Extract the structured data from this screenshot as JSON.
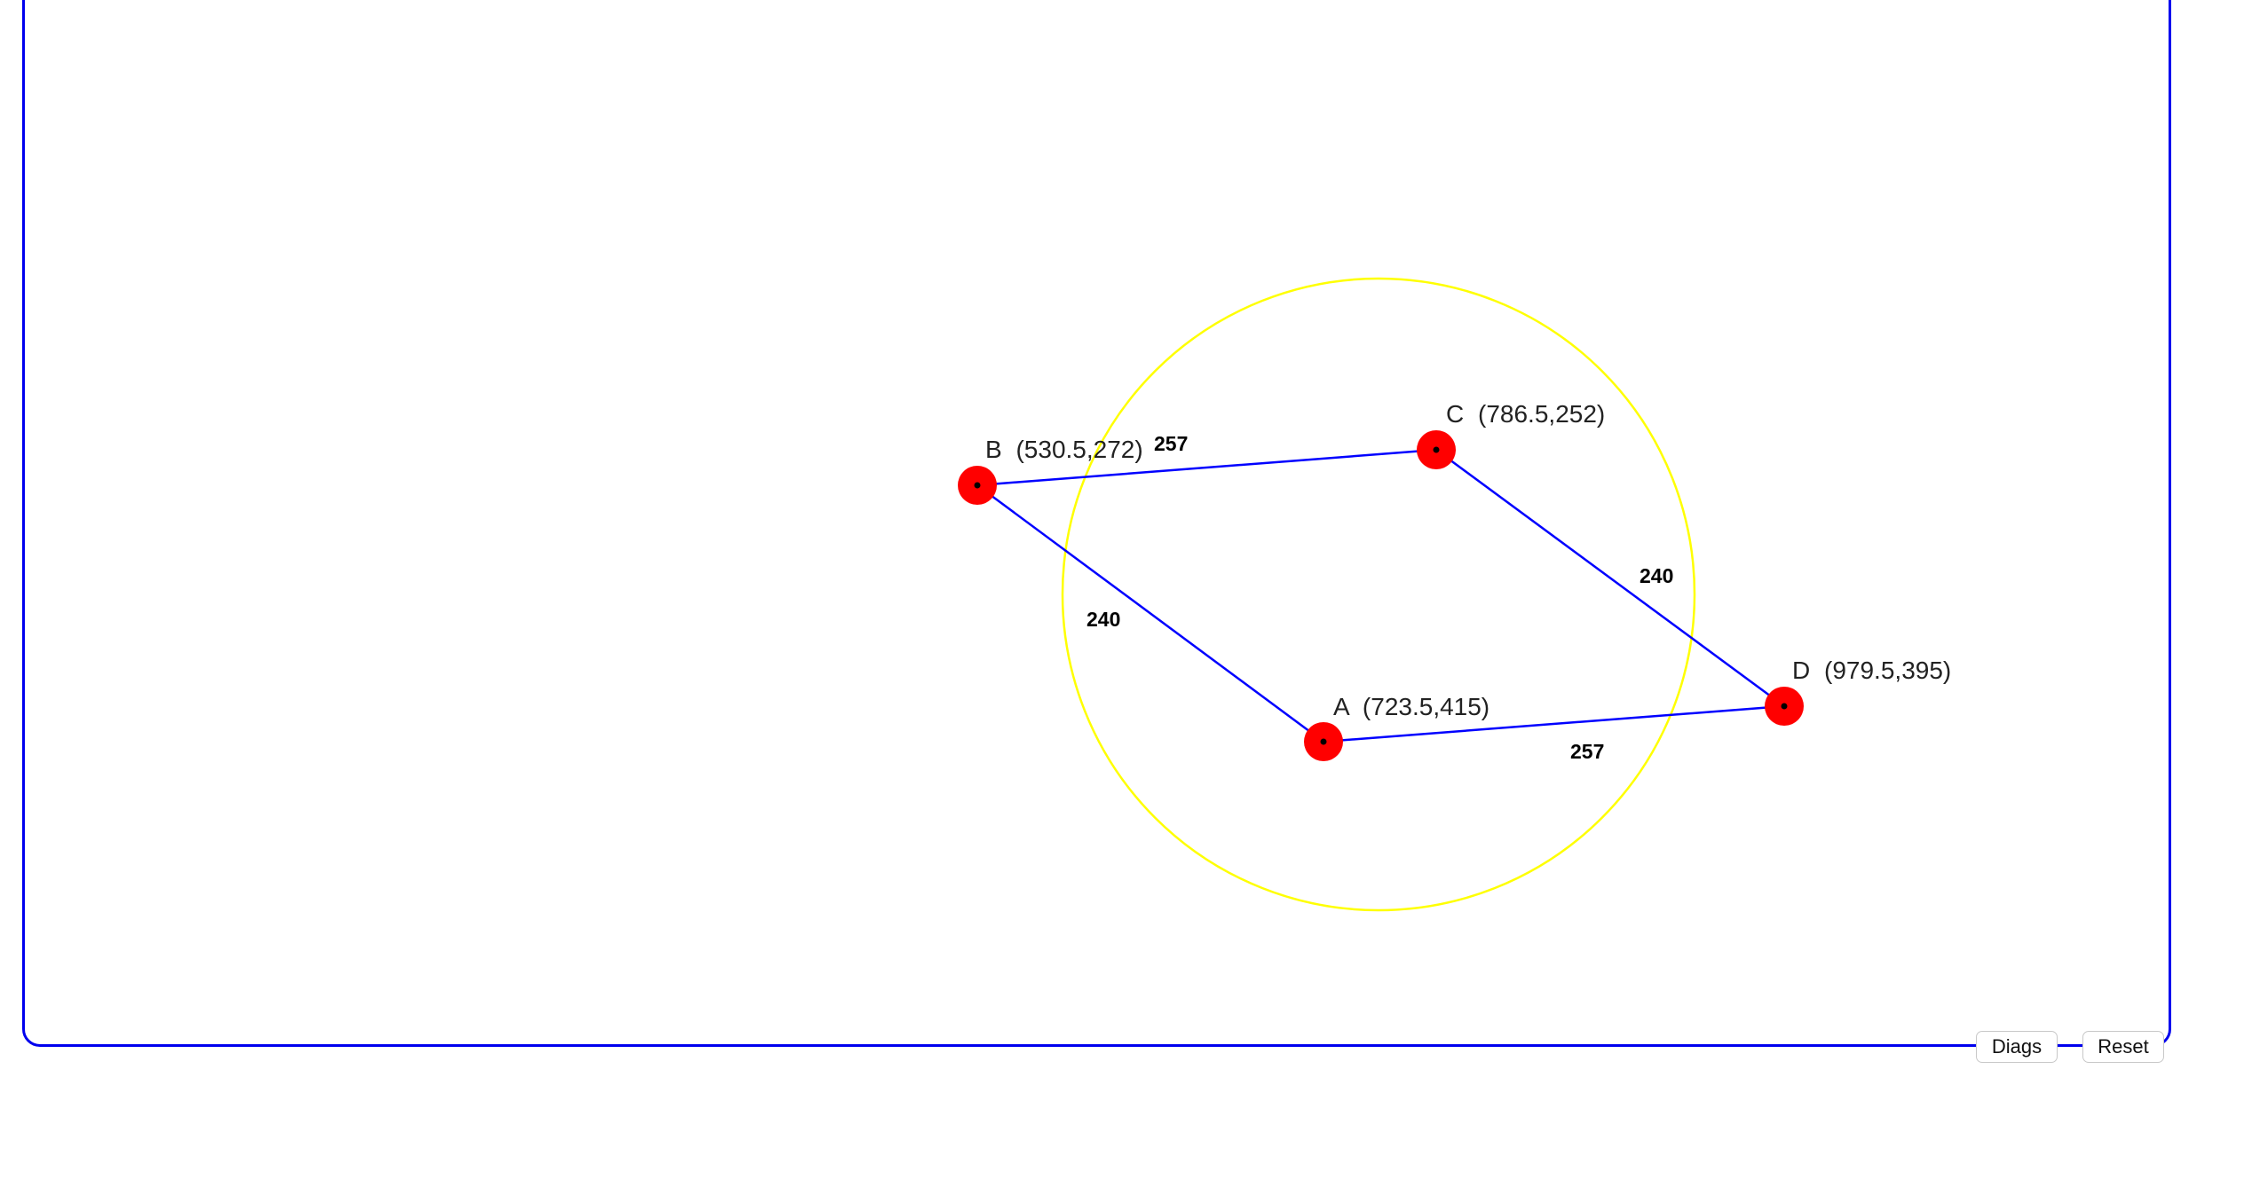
{
  "geometry_app": {
    "points": [
      {
        "label": "B",
        "coord_text": "(530.5,272)"
      },
      {
        "label": "C",
        "coord_text": "(786.5,252)"
      },
      {
        "label": "D",
        "coord_text": "(979.5,395)"
      },
      {
        "label": "A",
        "coord_text": "(723.5,415)"
      }
    ],
    "edges": [
      {
        "from": "B",
        "to": "C",
        "length_text": "257"
      },
      {
        "from": "C",
        "to": "D",
        "length_text": "240"
      },
      {
        "from": "D",
        "to": "A",
        "length_text": "257"
      },
      {
        "from": "A",
        "to": "B",
        "length_text": "240"
      }
    ],
    "buttons": {
      "diags_label": "Diags",
      "reset_label": "Reset"
    }
  },
  "colors": {
    "frame_border": "#0000ee",
    "edge": "#0000ff",
    "circle": "#ffff00",
    "point_fill": "#ff0000",
    "point_center": "#000000"
  }
}
